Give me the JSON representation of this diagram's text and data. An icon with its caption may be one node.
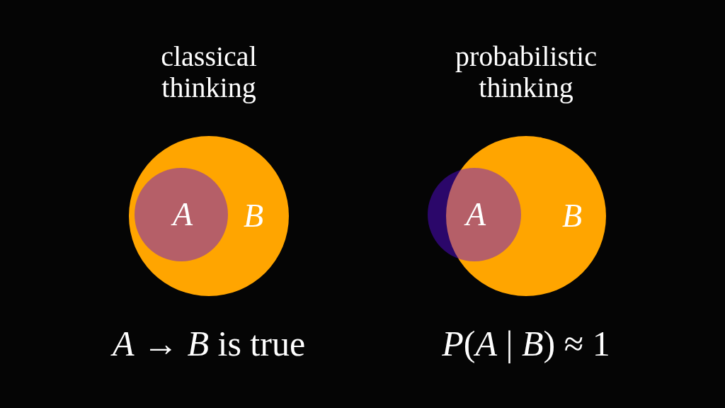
{
  "diagram": {
    "nodes": [
      {
        "text": [
          "B"
        ]
      },
      {
        "text": [
          "A"
        ],
        "in": 0
      },
      {
        "text": [
          "B"
        ]
      },
      {
        "text": [
          "A"
        ]
      }
    ],
    "labels": [
      "classical thinking",
      "probabilistic thinking",
      "*A* → *B* is true",
      "*P*(*A* | *B*) ≈ 1"
    ]
  }
}
